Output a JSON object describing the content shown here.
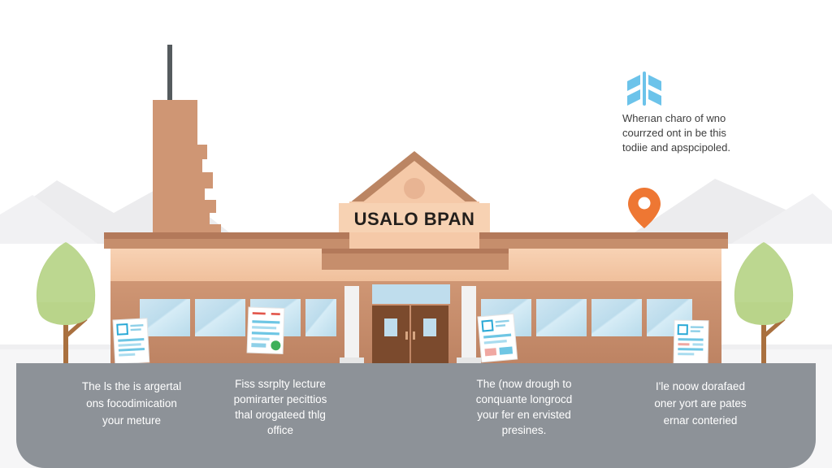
{
  "scene": {
    "title": "Idaho government office building illustration",
    "background_color": "#ffffff"
  },
  "colors": {
    "sky": "#ffffff",
    "mountain": "#ececee",
    "ground": "#f4f4f5",
    "building_body": "#c68e6c",
    "building_light": "#f5c9a8",
    "building_mid": "#e8b08b",
    "roof_trim": "#b37d5c",
    "pediment": "#f5c9a8",
    "pediment_roof": "#bb8563",
    "door": "#7b4a2d",
    "window_glass": "#bfdded",
    "column": "#f2f2f2",
    "banner": "#8d9298",
    "banner_text": "#ffffff",
    "sign_text": "#231f1c",
    "tree_leaf": "#b9d48a",
    "tree_trunk": "#a9703f",
    "pin": "#ee7733",
    "wheat_icon": "#58b9e8",
    "doc_paper": "#ffffff",
    "doc_accent": "#2aa9d6",
    "doc_red": "#e2564b",
    "doc_green": "#3eb05a",
    "flagpole": "#555b5e"
  },
  "building": {
    "sign_label": "USALO BPAN",
    "tower_name": "idaho-state-silhouette-tower",
    "flagpole_name": "flagpole",
    "medallion_name": "pediment-medallion",
    "door_count": 2,
    "window_count": 8,
    "column_count": 2
  },
  "callout": {
    "icon_name": "wheat-icon",
    "lines": [
      "Wherıan charo of wno",
      "courrzed ont in be this",
      "todiie and apspcipoled."
    ]
  },
  "map_pin": {
    "icon_name": "location-pin-icon",
    "label": ""
  },
  "documents": [
    {
      "name": "document-card-1",
      "badge": "none"
    },
    {
      "name": "document-card-2",
      "badge": "green-seal"
    },
    {
      "name": "document-card-3",
      "badge": "red-stamp"
    },
    {
      "name": "document-card-4",
      "badge": "red-stamp"
    }
  ],
  "trees": [
    {
      "name": "tree-left"
    },
    {
      "name": "tree-right"
    }
  ],
  "banner": {
    "columns": [
      {
        "name": "banner-column-1",
        "lines": [
          "The ls the is argertal",
          "ons focodimication",
          "your meture"
        ]
      },
      {
        "name": "banner-column-2",
        "lines": [
          "Fiss ssrplty lecture",
          "pomirarter pecittios",
          "thal orogateed thlg",
          "office"
        ]
      },
      {
        "name": "banner-column-3",
        "lines": [
          "The (now drough to",
          "conquante longrocd",
          "your fer en ervisted",
          "presines."
        ]
      },
      {
        "name": "banner-column-4",
        "lines": [
          "I'le noow dorafaed",
          "oner yort are pates",
          "ernar conteried"
        ]
      }
    ]
  }
}
